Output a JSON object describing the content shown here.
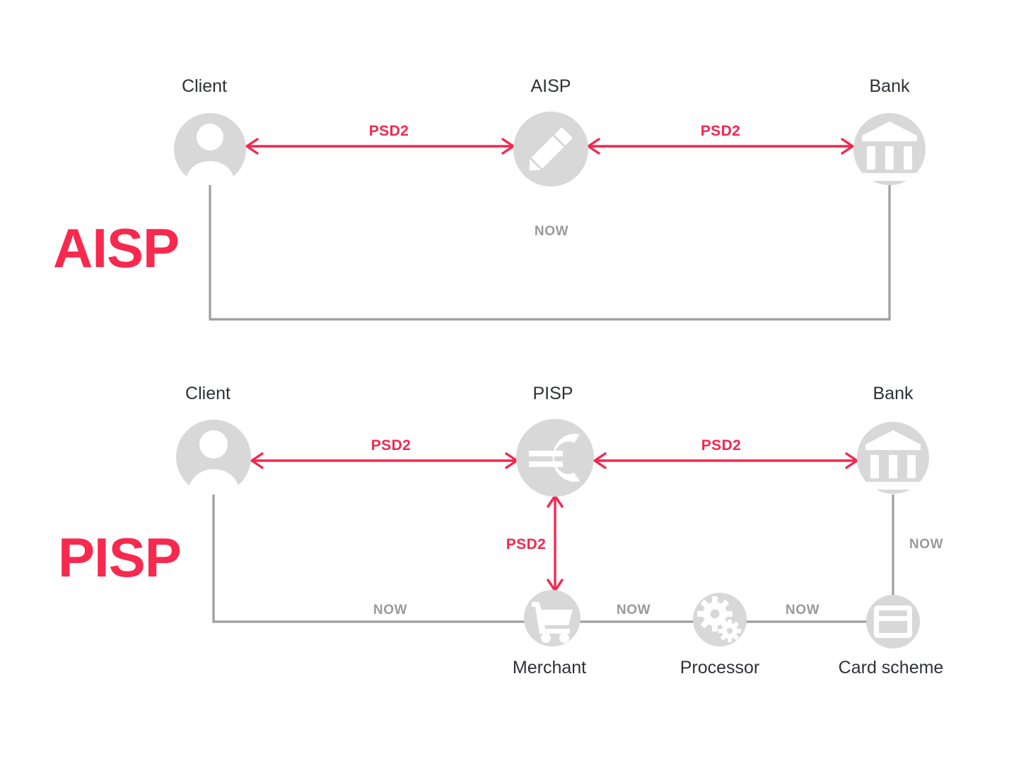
{
  "colors": {
    "accent_red": "#f4274f",
    "title_red": "#f8294e",
    "node_grey": "#d8d8d8",
    "line_grey": "#9e9e9e",
    "now_grey": "#9a9a9a",
    "label_dark": "#2f3136",
    "background": "#ffffff"
  },
  "sections": [
    {
      "id": "aisp",
      "title": "AISP",
      "nodes": [
        {
          "id": "client",
          "label": "Client",
          "icon": "user-icon"
        },
        {
          "id": "aisp",
          "label": "AISP",
          "icon": "pencil-icon"
        },
        {
          "id": "bank",
          "label": "Bank",
          "icon": "bank-icon"
        }
      ],
      "psd2_links": [
        {
          "id": "client-aisp",
          "label": "PSD2",
          "from": "client",
          "to": "aisp",
          "direction": "bidirectional"
        },
        {
          "id": "aisp-bank",
          "label": "PSD2",
          "from": "aisp",
          "to": "bank",
          "direction": "bidirectional"
        }
      ],
      "now_links": [
        {
          "id": "client-bank-now",
          "label": "NOW",
          "from": "client",
          "to": "bank"
        }
      ]
    },
    {
      "id": "pisp",
      "title": "PISP",
      "nodes": [
        {
          "id": "client",
          "label": "Client",
          "icon": "user-icon"
        },
        {
          "id": "pisp",
          "label": "PISP",
          "icon": "euro-icon"
        },
        {
          "id": "bank",
          "label": "Bank",
          "icon": "bank-icon"
        },
        {
          "id": "merchant",
          "label": "Merchant",
          "icon": "shopping-cart-icon"
        },
        {
          "id": "processor",
          "label": "Processor",
          "icon": "gears-icon"
        },
        {
          "id": "card-scheme",
          "label": "Card scheme",
          "icon": "credit-card-icon"
        }
      ],
      "psd2_links": [
        {
          "id": "client-pisp",
          "label": "PSD2",
          "from": "client",
          "to": "pisp",
          "direction": "bidirectional"
        },
        {
          "id": "pisp-bank",
          "label": "PSD2",
          "from": "pisp",
          "to": "bank",
          "direction": "bidirectional"
        },
        {
          "id": "merchant-pisp",
          "label": "PSD2",
          "from": "merchant",
          "to": "pisp",
          "direction": "bidirectional"
        }
      ],
      "now_links": [
        {
          "id": "client-merchant-now",
          "label": "NOW",
          "from": "client",
          "to": "merchant"
        },
        {
          "id": "merchant-processor-now",
          "label": "NOW",
          "from": "merchant",
          "to": "processor"
        },
        {
          "id": "processor-card-now",
          "label": "NOW",
          "from": "processor",
          "to": "card-scheme"
        },
        {
          "id": "bank-card-now",
          "label": "NOW",
          "from": "bank",
          "to": "card-scheme"
        }
      ]
    }
  ]
}
